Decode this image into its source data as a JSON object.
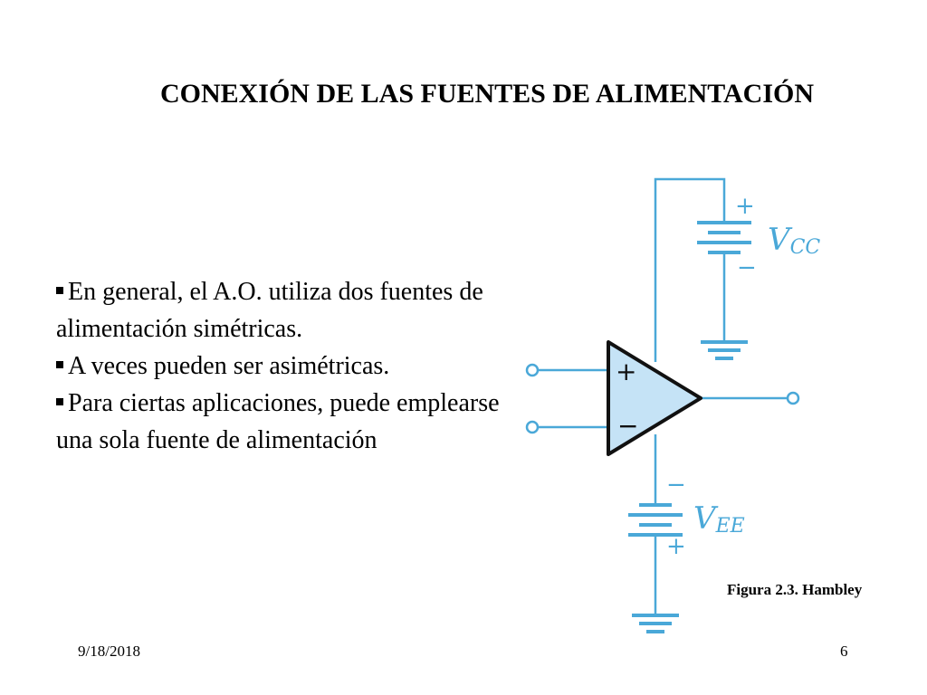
{
  "slide": {
    "title": "CONEXIÓN DE LAS FUENTES DE ALIMENTACIÓN",
    "bullets": [
      {
        "text": "En  general, el A.O.  utiliza dos fuentes de alimentación simétricas."
      },
      {
        "text": "A veces pueden ser asimétricas."
      },
      {
        "text": "Para ciertas aplicaciones, puede emplearse una sola fuente de alimentación"
      }
    ],
    "figure_caption": "Figura 2.3. Hambley",
    "footer": {
      "date": "9/18/2018",
      "page_number": "6"
    }
  },
  "circuit": {
    "vcc_symbol": "V",
    "vcc_subscript": "CC",
    "vee_symbol": "V",
    "vee_subscript": "EE",
    "vcc_plus": "+",
    "vcc_minus": "−",
    "vee_minus": "−",
    "vee_plus": "+",
    "opamp_plus": "+",
    "opamp_minus": "−",
    "colors": {
      "wire": "#4aa8d8",
      "opamp_fill": "#c5e3f6",
      "opamp_stroke": "#111111",
      "label": "#4aa8d8"
    }
  }
}
